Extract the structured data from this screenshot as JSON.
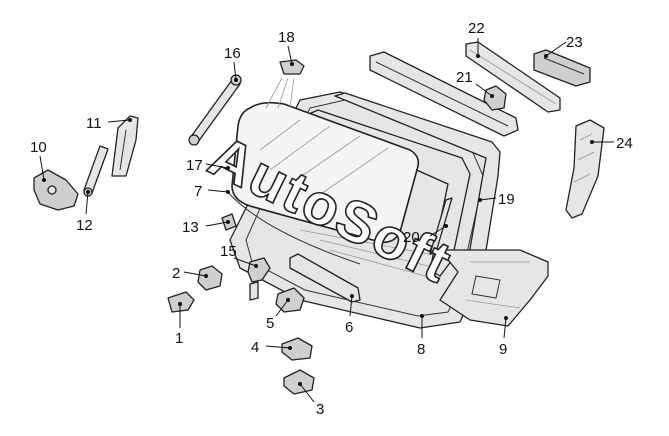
{
  "watermark": {
    "text": "AutoSoft"
  },
  "callouts": [
    {
      "id": "1",
      "label": "1"
    },
    {
      "id": "2",
      "label": "2"
    },
    {
      "id": "3",
      "label": "3"
    },
    {
      "id": "4",
      "label": "4"
    },
    {
      "id": "5",
      "label": "5"
    },
    {
      "id": "6",
      "label": "6"
    },
    {
      "id": "7",
      "label": "7"
    },
    {
      "id": "8",
      "label": "8"
    },
    {
      "id": "9",
      "label": "9"
    },
    {
      "id": "10",
      "label": "10"
    },
    {
      "id": "11",
      "label": "11"
    },
    {
      "id": "12",
      "label": "12"
    },
    {
      "id": "13",
      "label": "13"
    },
    {
      "id": "15",
      "label": "15"
    },
    {
      "id": "16",
      "label": "16"
    },
    {
      "id": "17",
      "label": "17"
    },
    {
      "id": "18",
      "label": "18"
    },
    {
      "id": "19",
      "label": "19"
    },
    {
      "id": "20",
      "label": "20"
    },
    {
      "id": "21",
      "label": "21"
    },
    {
      "id": "22",
      "label": "22"
    },
    {
      "id": "23",
      "label": "23"
    },
    {
      "id": "24",
      "label": "24"
    }
  ]
}
